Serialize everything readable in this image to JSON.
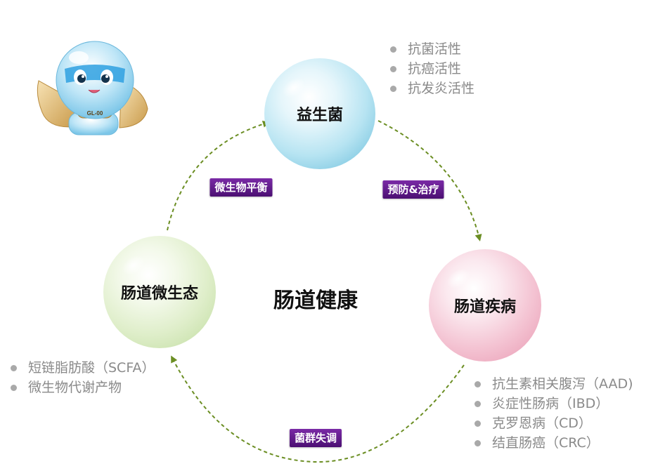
{
  "center_title": "肠道健康",
  "nodes": {
    "probiotics": {
      "label": "益生菌",
      "bullets": [
        "抗菌活性",
        "抗癌活性",
        "抗发炎活性"
      ],
      "color": "#a9dff0"
    },
    "disease": {
      "label": "肠道疾病",
      "bullets": [
        "抗生素相关腹泻（AAD)",
        "炎症性肠病（IBD）",
        "克罗恩病（CD）",
        "结直肠癌（CRC）"
      ],
      "color": "#f4b9cc"
    },
    "microecology": {
      "label": "肠道微生态",
      "bullets": [
        "短链脂肪酸（SCFA）",
        "微生物代谢产物"
      ],
      "color": "#dcecc7"
    }
  },
  "edges": {
    "prevention": "预防&治疗",
    "dysbiosis": "菌群失调",
    "balance": "微生物平衡"
  },
  "colors": {
    "arrow": "#6b8e23",
    "tag_bg": "#5e1a8a",
    "bullet_text": "#8a8a8a"
  },
  "mascot": {
    "badge_text": "GL-00",
    "icon": "water-drop-mascot-icon"
  }
}
